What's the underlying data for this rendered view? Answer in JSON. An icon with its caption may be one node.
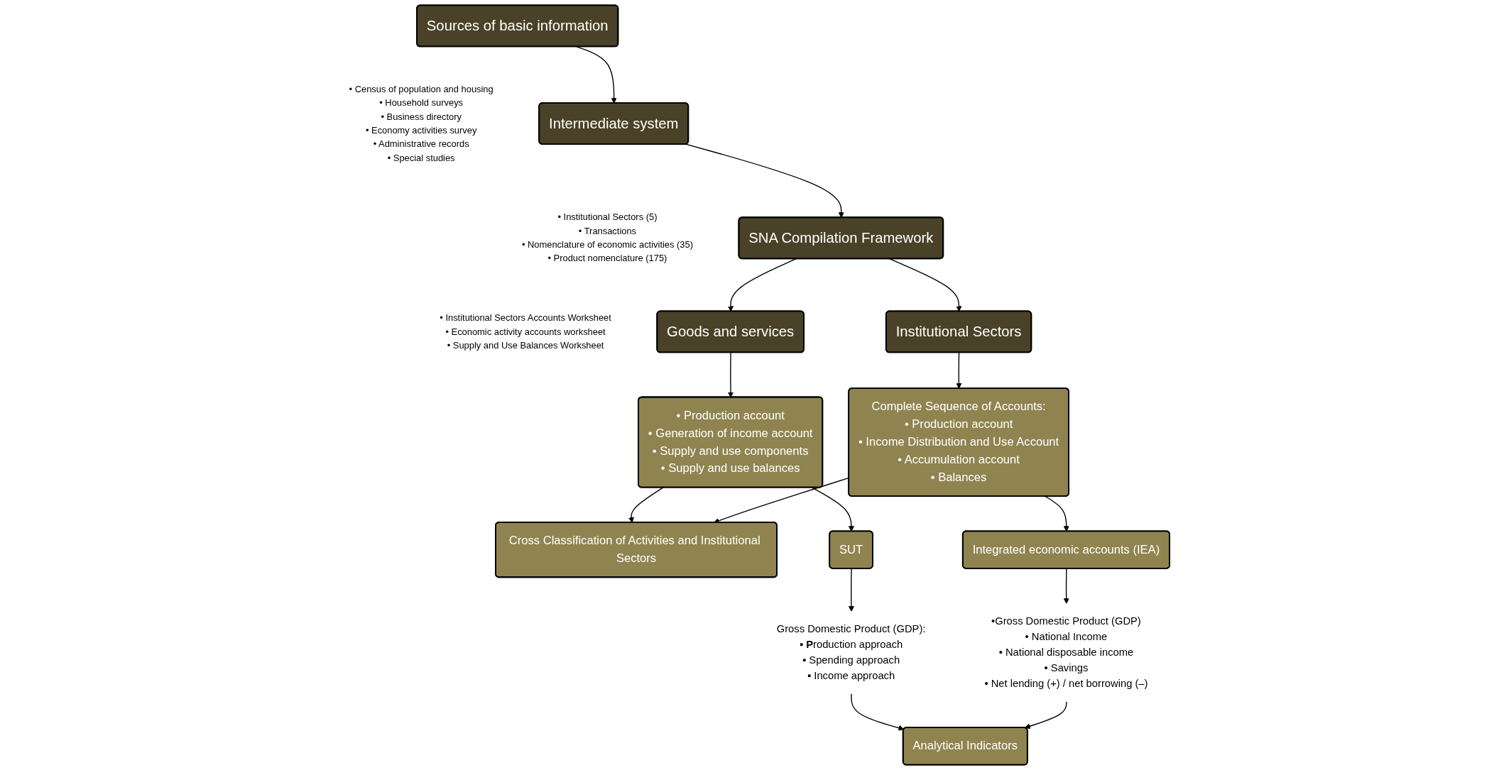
{
  "diagram": {
    "nodes": [
      {
        "text": [
          "Sources of basic information"
        ],
        "beside": [
          "• Census of population and housing",
          "• Household surveys",
          "• Business directory",
          "• Economy activities survey",
          "• Administrative records",
          "• Special studies"
        ]
      },
      {
        "text": [
          "Intermediate system"
        ],
        "beside": [
          "• Institutional Sectors (5)",
          "• Transactions",
          "• Nomenclature of economic activities (35)",
          "• Product nomenclature (175)"
        ]
      },
      {
        "text": [
          "SNA Compilation Framework"
        ],
        "beside": [
          "• Institutional Sectors Accounts Worksheet",
          "• Economic activity accounts worksheet",
          "• Supply and Use Balances Worksheet"
        ]
      },
      {
        "text": [
          "Goods and services"
        ]
      },
      {
        "text": [
          "Institutional Sectors"
        ]
      },
      {
        "text": [
          "• Production account",
          "• Generation of income account",
          "• Supply and use components",
          "• Supply and use balances"
        ]
      },
      {
        "text": [
          "Cross Classification of Activities and Institutional Sectors"
        ]
      },
      {
        "text": [
          "Complete Sequence of Accounts:",
          "• Production account",
          "• Income Distribution and Use Account",
          "• Accumulation account",
          "• Balances"
        ]
      },
      {
        "text": [
          "SUT"
        ]
      },
      {
        "text": [
          "Integrated economic accounts (IEA)"
        ]
      },
      {
        "text": [
          "Gross Domestic Product (GDP):",
          "▪ **P**roduction approach",
          "▪ Spending approach",
          "▪ Income approach"
        ]
      },
      {
        "text": [
          "Analytical Indicators"
        ]
      },
      {
        "text": [
          "•Gross Domestic Product (GDP)",
          "• National Income",
          "• National disposable income",
          "• Savings",
          "• Net lending (+) / net borrowing (–)"
        ]
      }
    ],
    "edges": [
      {
        "from": 0,
        "to": 1,
        "arrow": "to"
      },
      {
        "from": 1,
        "to": 2,
        "arrow": "to"
      },
      {
        "from": 2,
        "to": 3,
        "arrow": "to"
      },
      {
        "from": 2,
        "to": 4,
        "arrow": "to"
      },
      {
        "from": 3,
        "to": 5,
        "arrow": "to"
      },
      {
        "from": 4,
        "to": 7,
        "arrow": "to"
      },
      {
        "from": 5,
        "to": 6,
        "arrow": "to"
      },
      {
        "from": 7,
        "to": 6,
        "arrow": "to"
      },
      {
        "from": 5,
        "to": 8,
        "arrow": "to"
      },
      {
        "from": 7,
        "to": 9,
        "arrow": "to"
      },
      {
        "from": 8,
        "to": 10,
        "arrow": "to"
      },
      {
        "from": 9,
        "to": 12,
        "arrow": "to"
      },
      {
        "from": 10,
        "to": 11,
        "arrow": "to"
      },
      {
        "from": 12,
        "to": 11,
        "arrow": "to"
      }
    ]
  }
}
